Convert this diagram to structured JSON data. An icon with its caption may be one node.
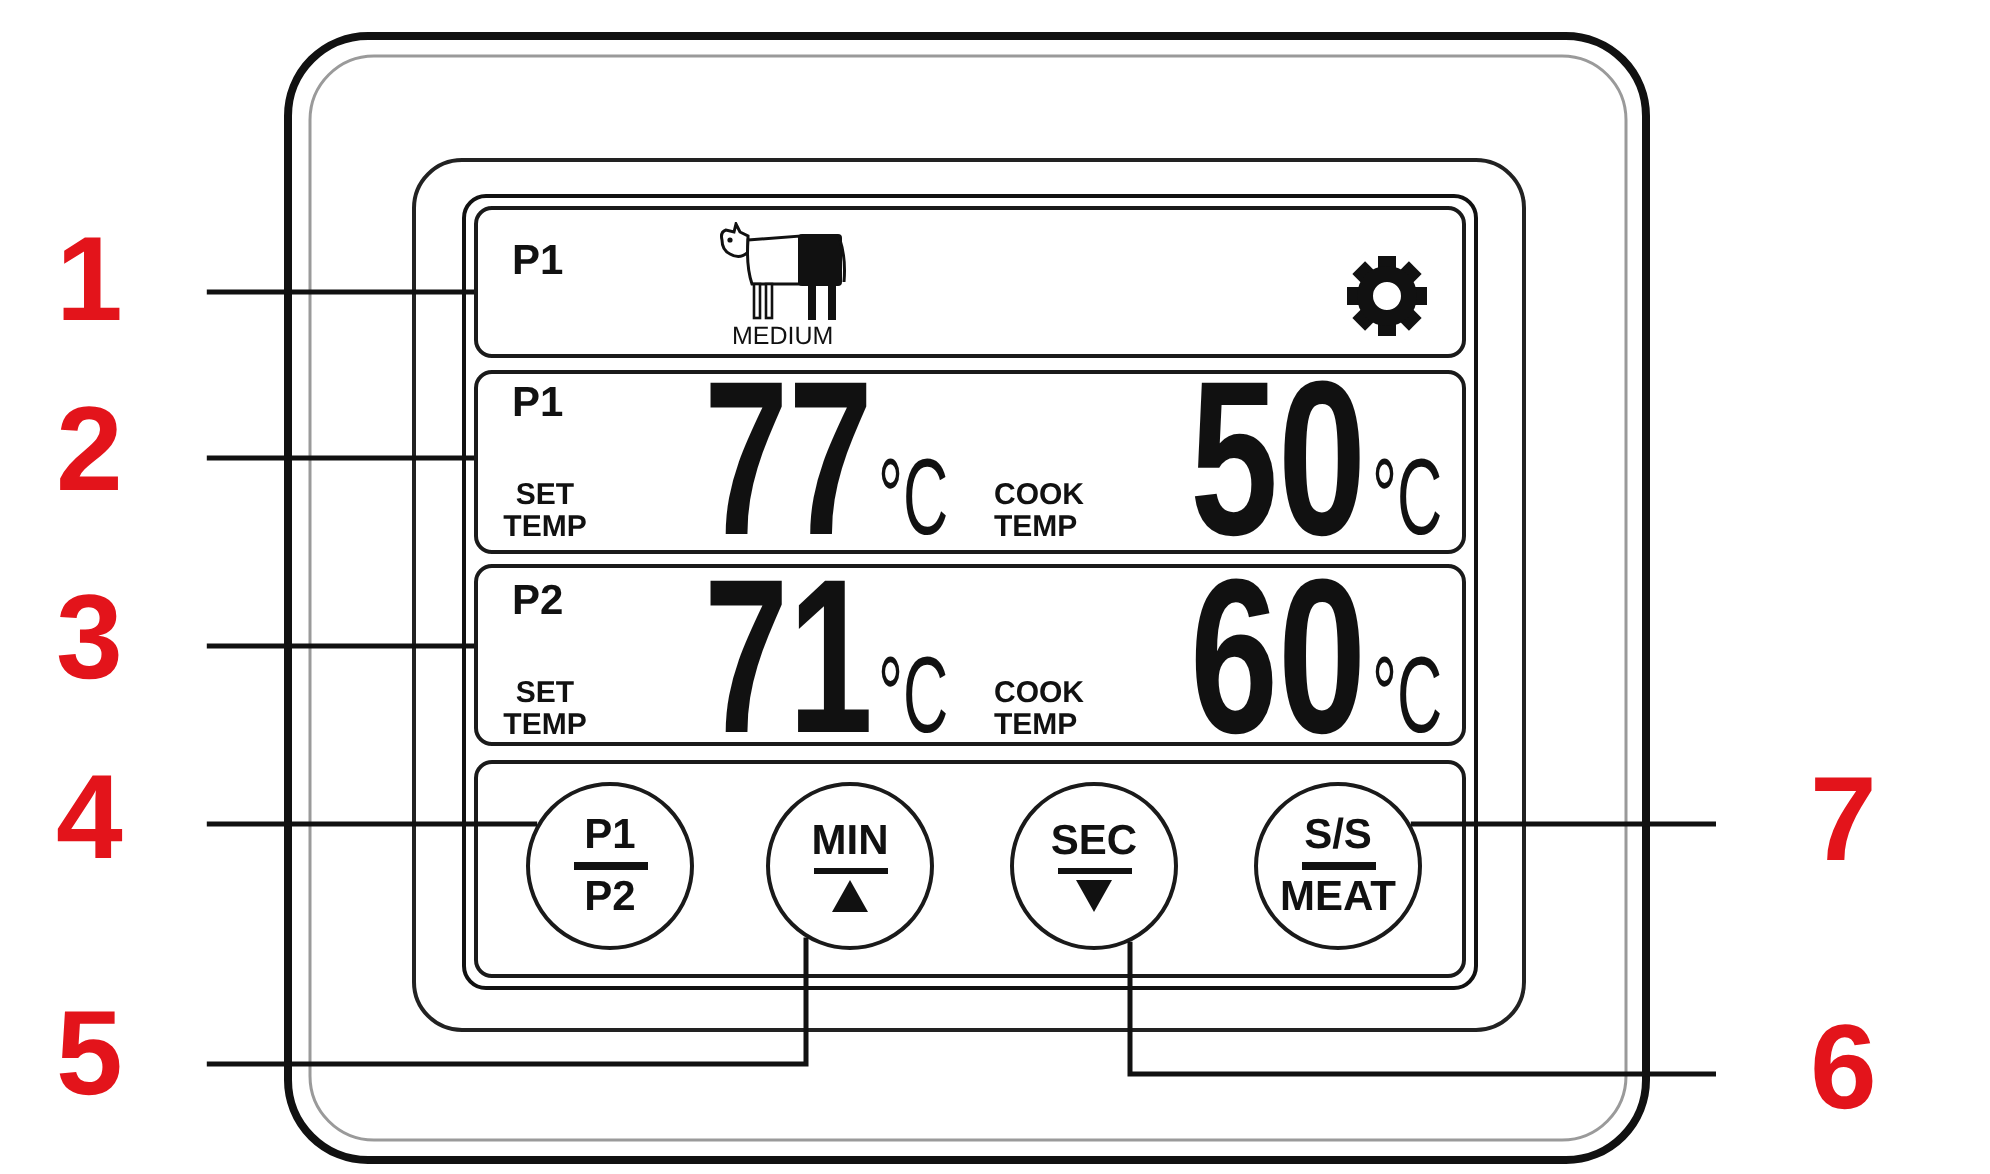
{
  "diagram": {
    "nodes": [
      {
        "text": [
          "1"
        ]
      },
      {
        "text": [
          "P1",
          "MEDIUM"
        ]
      },
      {
        "text": [
          "2"
        ]
      },
      {
        "text": [
          "P1",
          "SET TEMP",
          "77",
          "°C",
          "COOK TEMP",
          "50",
          "°C"
        ]
      },
      {
        "text": [
          "3"
        ]
      },
      {
        "text": [
          "P2",
          "SET TEMP",
          "71",
          "°C",
          "COOK TEMP",
          "60",
          "°C"
        ]
      },
      {
        "text": [],
        "shape": "box"
      },
      {
        "text": [
          "4"
        ]
      },
      {
        "text": [
          "P1",
          "P2"
        ],
        "in": 6
      },
      {
        "text": [
          "MIN"
        ],
        "in": 6
      },
      {
        "text": [
          "SEC"
        ],
        "in": 6
      },
      {
        "text": [
          "S/S",
          "MEAT"
        ],
        "in": 6
      },
      {
        "text": [
          "7"
        ]
      },
      {
        "text": [
          "5"
        ]
      },
      {
        "text": [
          "6"
        ]
      }
    ],
    "edges": [
      {
        "from": 0,
        "to": 1,
        "arrow": "none"
      },
      {
        "from": 2,
        "to": 3,
        "arrow": "none"
      },
      {
        "from": 4,
        "to": 5,
        "arrow": "none"
      },
      {
        "from": 7,
        "to": 8,
        "arrow": "none"
      },
      {
        "from": 12,
        "to": 11,
        "arrow": "none"
      },
      {
        "from": 13,
        "to": 9,
        "arrow": "none"
      },
      {
        "from": 14,
        "to": 10,
        "arrow": "none"
      }
    ]
  }
}
